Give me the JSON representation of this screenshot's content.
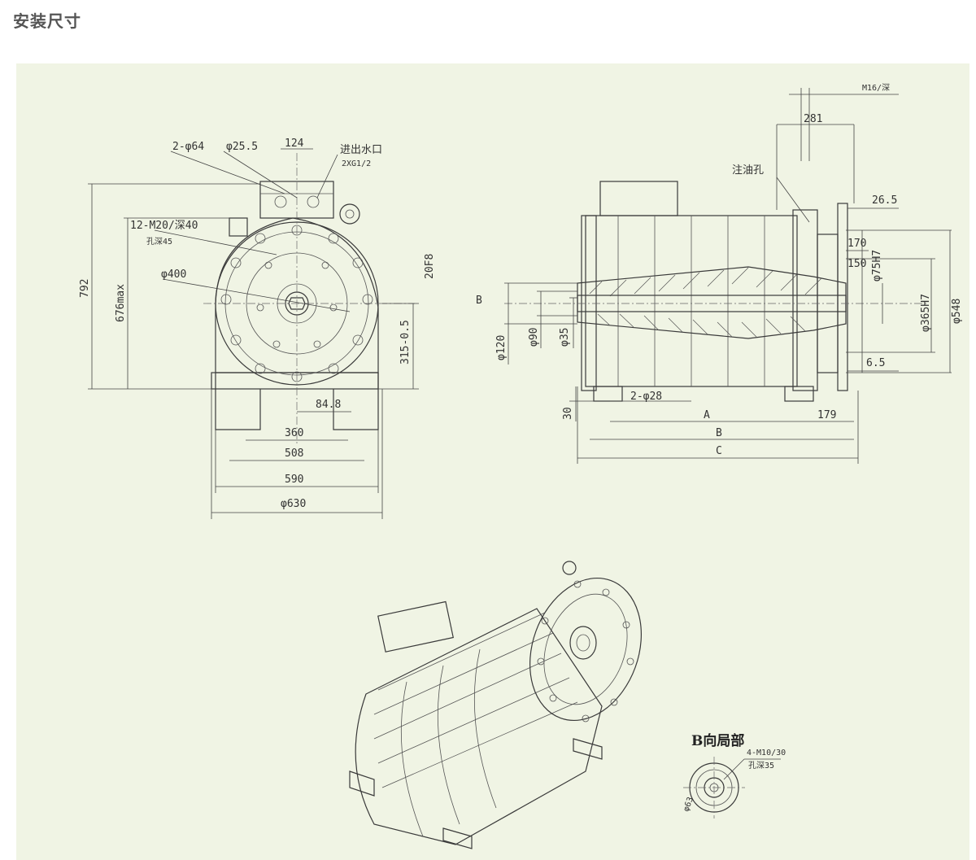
{
  "page": {
    "title": "安装尺寸"
  },
  "front_view": {
    "labels": {
      "holes_2": "2-φ64",
      "dia_25_5": "φ25.5",
      "w124": "124",
      "water": "进出水口",
      "water_spec": "2XG1/2",
      "bolt_spec": "12-M20/深40",
      "bolt_sub": "孔深45",
      "dia400": "φ400",
      "h792": "792",
      "h676": "676max",
      "f8": "20F8",
      "h315": "315-0.5",
      "w84_8": "84.8",
      "w360": "360",
      "w508": "508",
      "w590": "590",
      "d630": "φ630"
    }
  },
  "side_view": {
    "labels": {
      "m16": "M16/深",
      "w281": "281",
      "oil": "注油孔",
      "w26_5": "26.5",
      "w170": "170",
      "w150": "150",
      "d75": "φ75H7",
      "d365": "φ365H7",
      "d548": "φ548",
      "mark_b": "B",
      "d120": "φ120",
      "d90": "φ90",
      "d35": "φ35",
      "w6_5": "6.5",
      "h30": "30",
      "holes_28": "2-φ28",
      "dim_a": "A",
      "w179": "179",
      "dim_b": "B",
      "dim_c": "C"
    }
  },
  "detail_view": {
    "labels": {
      "title": "B向局部",
      "spec": "4-M10/30",
      "sub": "孔深35",
      "dia": "φ63"
    }
  }
}
